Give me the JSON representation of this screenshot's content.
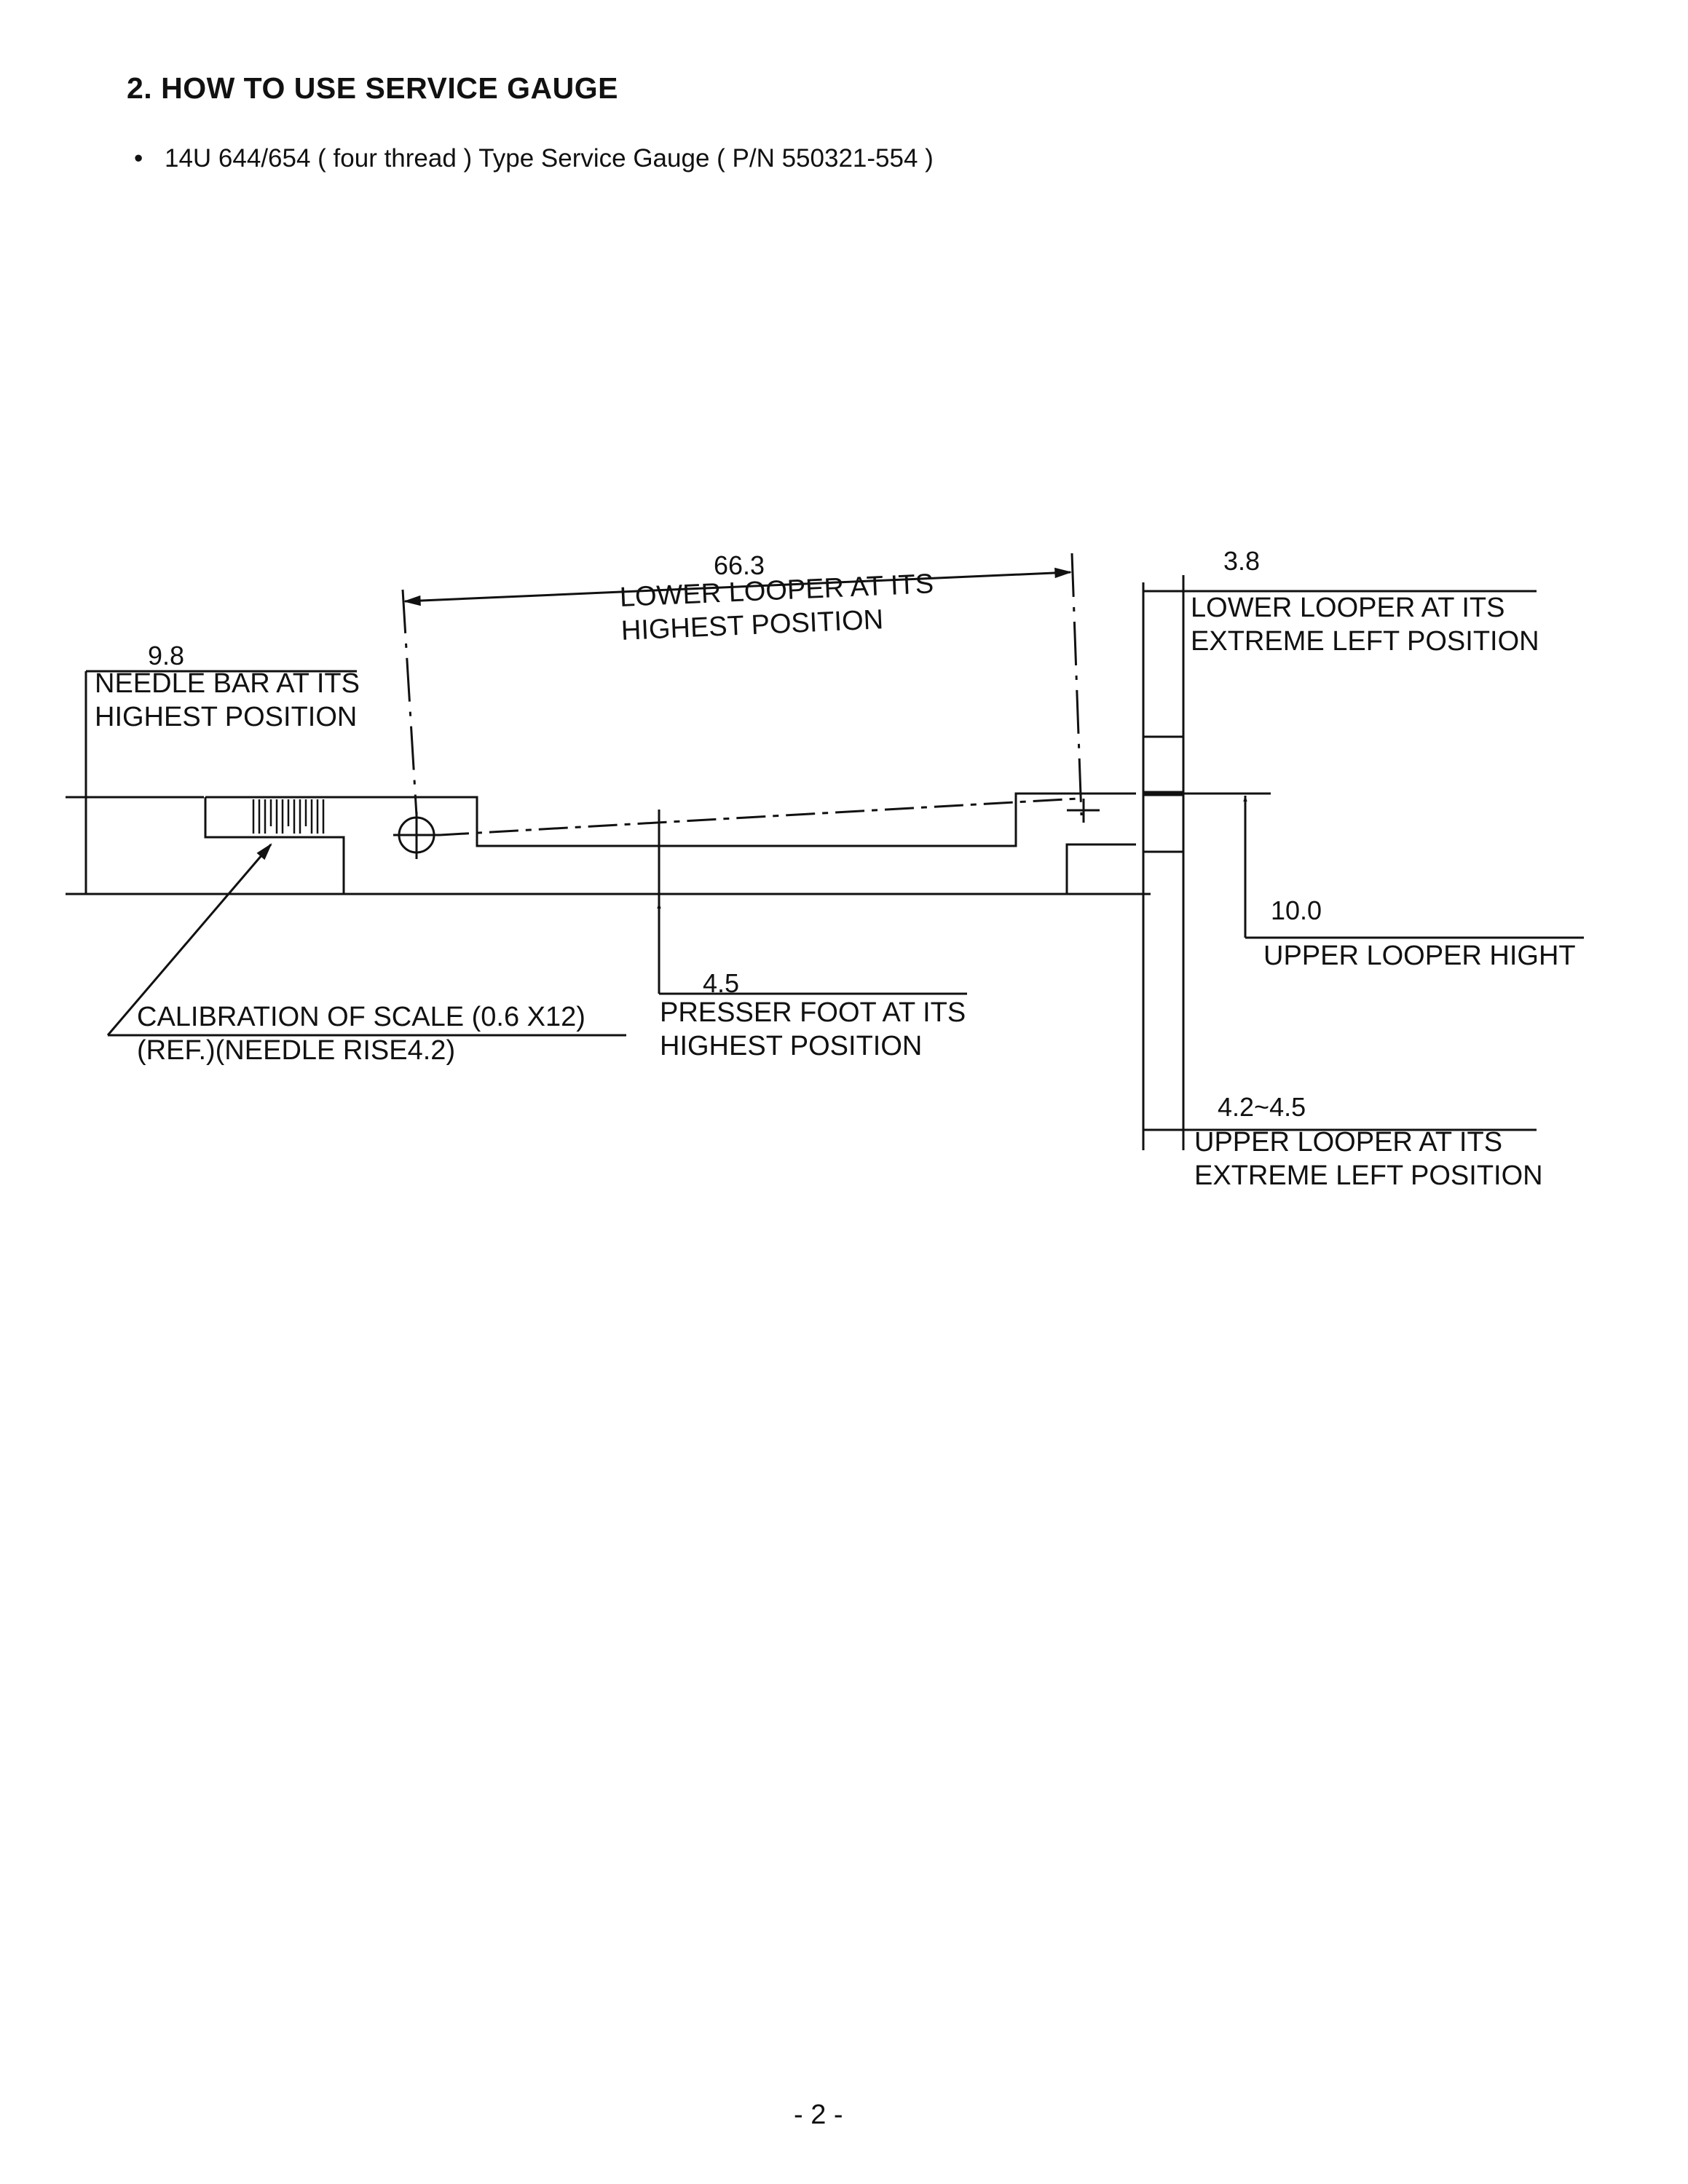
{
  "heading": "2.  HOW TO USE SERVICE GAUGE",
  "subtitle": "14U 644/654 ( four thread ) Type Service Gauge ( P/N 550321-554 )",
  "bullet": "•",
  "diagram": {
    "dims": {
      "needle_bar": "9.8",
      "lower_looper_high": "66.3",
      "lower_looper_left": "3.8",
      "upper_looper_hight": "10.0",
      "presser_foot": "4.5",
      "upper_looper_left": "4.2~4.5"
    },
    "labels": {
      "needle_bar": [
        "NEEDLE BAR AT ITS",
        "HIGHEST POSITION"
      ],
      "lower_looper_high": [
        "LOWER LOOPER AT  ITS",
        "HIGHEST POSITION"
      ],
      "lower_looper_left": [
        "LOWER LOOPER AT ITS",
        "EXTREME LEFT POSITION"
      ],
      "upper_looper_hight": "UPPER LOOPER HIGHT",
      "presser_foot": [
        "PRESSER FOOT AT ITS",
        "HIGHEST POSITION"
      ],
      "upper_looper_left": [
        "UPPER LOOPER AT ITS",
        "EXTREME LEFT POSITION"
      ],
      "calibration": [
        "CALIBRATION OF SCALE (0.6 X12)",
        "(REF.)(NEEDLE RISE4.2)"
      ]
    }
  },
  "page_number": "- 2 -"
}
